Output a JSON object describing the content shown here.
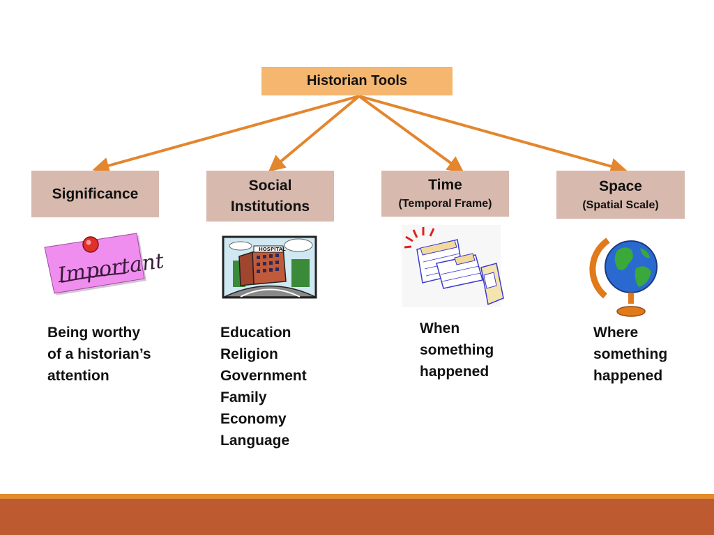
{
  "root": {
    "label": "Historian Tools"
  },
  "categories": [
    {
      "title": "Significance",
      "subtitle": "",
      "description": "Being worthy\nof a historian’s\nattention",
      "icon": "important-note-icon"
    },
    {
      "title": "Social\nInstitutions",
      "subtitle": "",
      "description": "Education\nReligion\nGovernment\nFamily\nEconomy\nLanguage",
      "icon": "hospital-building-icon"
    },
    {
      "title": "Time",
      "subtitle": "(Temporal Frame)",
      "description": "When\nsomething\nhappened",
      "icon": "calendar-pages-icon"
    },
    {
      "title": "Space",
      "subtitle": "(Spatial Scale)",
      "description": "Where\nsomething\nhappened",
      "icon": "globe-icon"
    }
  ],
  "illustrations": {
    "note_text": "Important"
  },
  "colors": {
    "root_box": "#f5b670",
    "category_box": "#d8b9ad",
    "arrow": "#e3862d",
    "footer_line": "#e38b2e",
    "footer_bar": "#bd5a2f"
  }
}
